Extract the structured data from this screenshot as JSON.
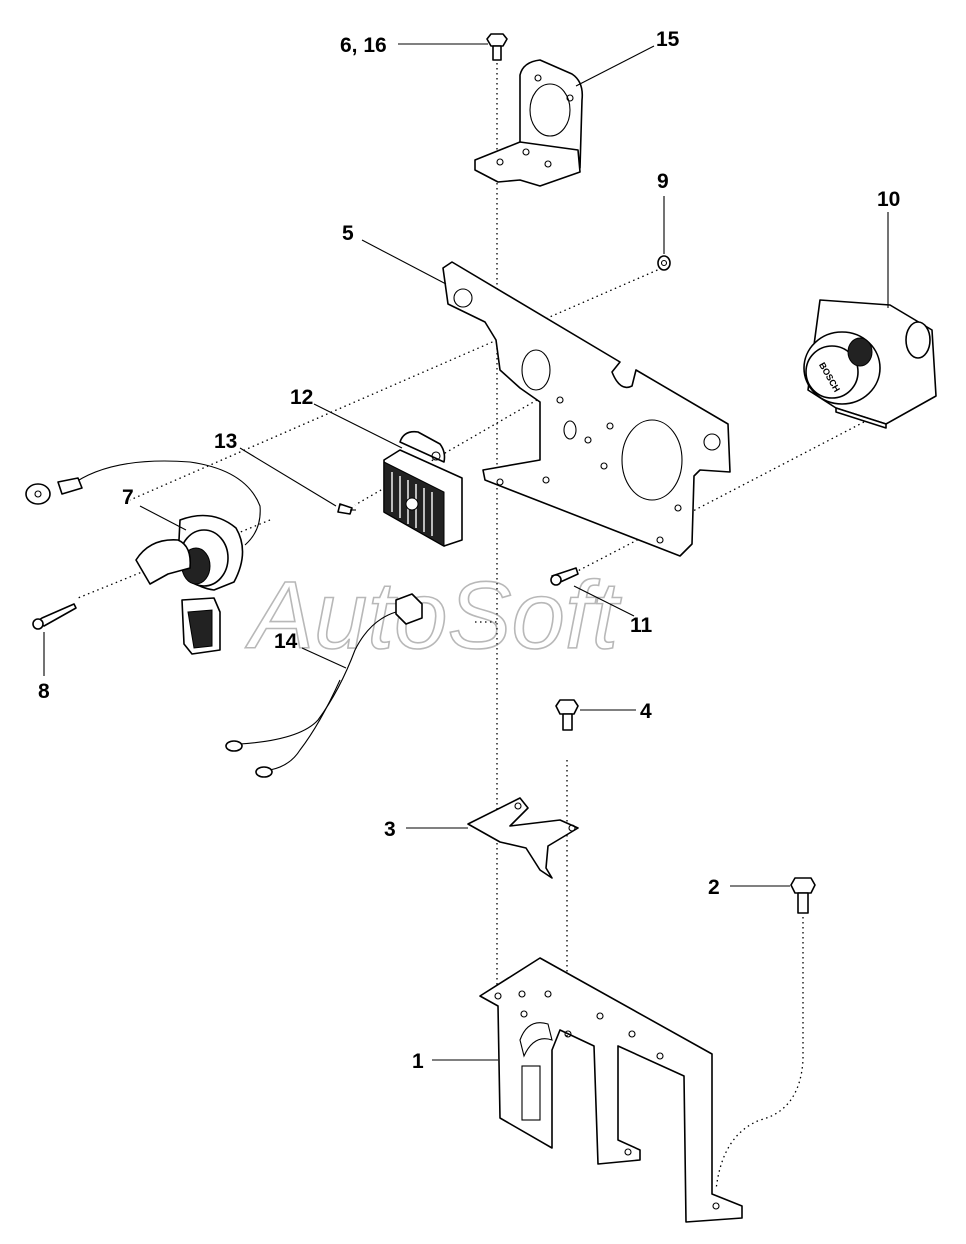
{
  "watermark": "AutoSoft",
  "callouts": {
    "p6_16": "6, 16",
    "p15": "15",
    "p9": "9",
    "p10": "10",
    "p5": "5",
    "p12": "12",
    "p13": "13",
    "p7": "7",
    "p8": "8",
    "p14": "14",
    "p11": "11",
    "p4": "4",
    "p3": "3",
    "p2": "2",
    "p1": "1"
  },
  "label_10_badge": "BOSCH"
}
